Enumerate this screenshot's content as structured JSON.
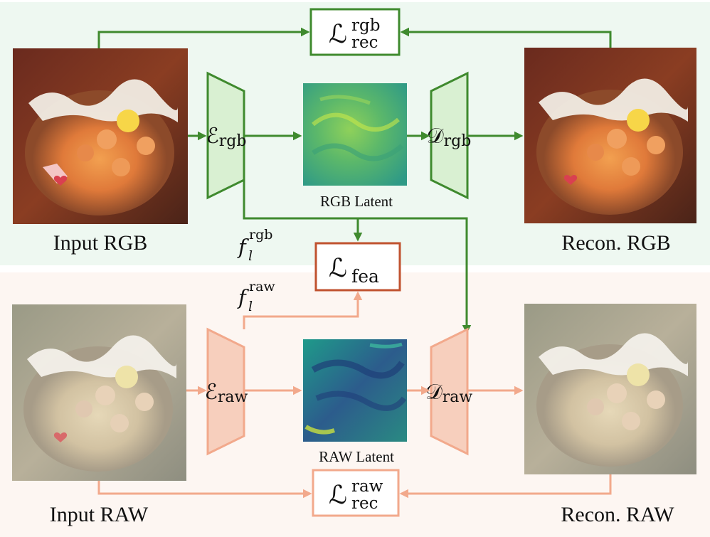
{
  "colors": {
    "rgb_branch": "#3f8a2e",
    "rgb_fill": "#d9f0d2",
    "rgb_panel": "#eef8f1",
    "raw_branch": "#f2a98c",
    "raw_fill": "#f7cfbd",
    "raw_panel": "#fdf6f2",
    "loss_fea_border": "#c0522f"
  },
  "captions": {
    "input_rgb": "Input RGB",
    "recon_rgb": "Recon. RGB",
    "input_raw": "Input RAW",
    "recon_raw": "Recon. RAW",
    "rgb_latent": "RGB Latent",
    "raw_latent": "RAW Latent"
  },
  "encoders": {
    "rgb": {
      "symbol": "ℰ",
      "sub": "rgb"
    },
    "raw": {
      "symbol": "ℰ",
      "sub": "raw"
    }
  },
  "decoders": {
    "rgb": {
      "symbol": "𝒟",
      "sub": "rgb"
    },
    "raw": {
      "symbol": "𝒟",
      "sub": "raw"
    }
  },
  "losses": {
    "rec_rgb": {
      "symbol": "ℒ",
      "sub": "rec",
      "sup": "rgb"
    },
    "fea": {
      "symbol": "ℒ",
      "sub": "fea"
    },
    "rec_raw": {
      "symbol": "ℒ",
      "sub": "rec",
      "sup": "raw"
    }
  },
  "features": {
    "rgb": {
      "symbol": "f",
      "sub": "l",
      "sup": "rgb"
    },
    "raw": {
      "symbol": "f",
      "sub": "l",
      "sup": "raw"
    }
  }
}
